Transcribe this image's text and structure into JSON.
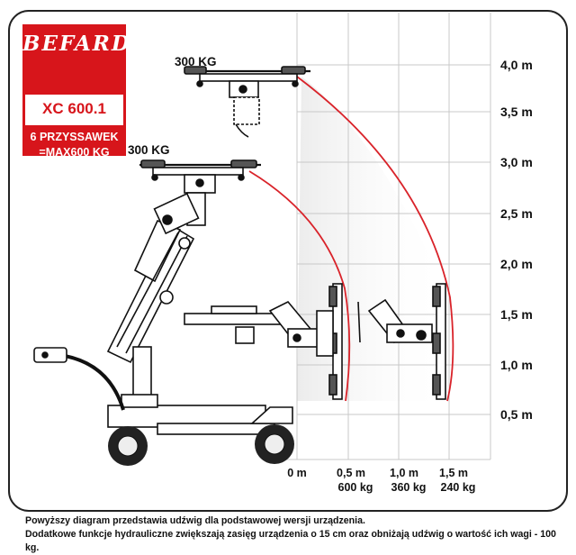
{
  "brand": {
    "logo": "BEFARD",
    "model": "XC 600.1",
    "capacity_line1": "6 PRZYSSAWEK",
    "capacity_line2": "=MAX600 KG"
  },
  "load_labels": {
    "upper": "300 KG",
    "lower": "300 KG"
  },
  "height_axis": [
    "4,0 m",
    "3,5 m",
    "3,0 m",
    "2,5 m",
    "2,0 m",
    "1,5 m",
    "1,0 m",
    "0,5 m"
  ],
  "reach_axis": [
    {
      "distance": "0 m",
      "capacity": ""
    },
    {
      "distance": "0,5 m",
      "capacity": "600 kg"
    },
    {
      "distance": "1,0 m",
      "capacity": "360 kg"
    },
    {
      "distance": "1,5 m",
      "capacity": "240 kg"
    }
  ],
  "footnote": {
    "line1": "Powyższy diagram przedstawia udźwig dla podstawowej wersji urządzenia.",
    "line2": "Dodatkowe funkcje hydrauliczne zwiększają zasięg urządzenia o 15 cm oraz obniżają udźwig o wartość ich wagi - 100 kg."
  },
  "colors": {
    "brand_red": "#d7151b",
    "arc_red": "#d9232a",
    "line": "#111111",
    "grid": "#c8c8c8"
  }
}
